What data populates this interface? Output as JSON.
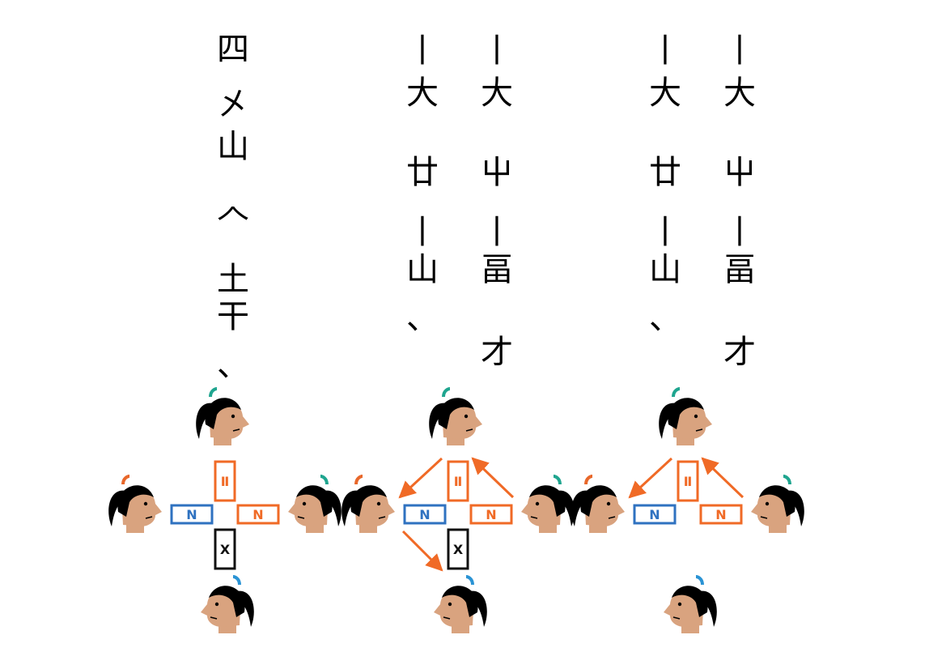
{
  "colors": {
    "player_top_band": "#1fa58f",
    "player_left_band": "#e8672a",
    "player_bottom_band": "#2a93d4",
    "skin": "#d9a37f",
    "hair": "#000000",
    "orange": "#f06a26",
    "blue": "#2f72c0",
    "black": "#111111"
  },
  "columns": [
    {
      "id": "col-1",
      "glyphs": [
        "四",
        "㐅",
        "山",
        "𠆢",
        "土",
        "干",
        "、"
      ]
    },
    {
      "id": "col-2",
      "glyphs": [
        "丨",
        "大",
        "廿",
        "丨",
        "山",
        "、"
      ]
    },
    {
      "id": "col-3",
      "glyphs": [
        "丨",
        "大",
        "屮",
        "丨",
        "畐",
        "才"
      ]
    },
    {
      "id": "col-4",
      "glyphs": [
        "丨",
        "大",
        "廿",
        "丨",
        "山",
        "、"
      ]
    },
    {
      "id": "col-5",
      "glyphs": [
        "丨",
        "大",
        "屮",
        "丨",
        "畐",
        "才"
      ]
    }
  ],
  "diagrams": [
    {
      "id": "diagram-1",
      "players": [
        "top",
        "left",
        "right",
        "bottom"
      ],
      "tiles": [
        {
          "position": "top",
          "color": "orange",
          "symbol": "Ⅱ"
        },
        {
          "position": "left",
          "color": "blue",
          "symbol": "N"
        },
        {
          "position": "right",
          "color": "orange",
          "symbol": "N"
        },
        {
          "position": "bottom",
          "color": "black",
          "symbol": "X"
        }
      ],
      "arrows": []
    },
    {
      "id": "diagram-2",
      "players": [
        "top",
        "left",
        "right",
        "bottom"
      ],
      "tiles": [
        {
          "position": "top",
          "color": "orange",
          "symbol": "Ⅱ"
        },
        {
          "position": "left",
          "color": "blue",
          "symbol": "N"
        },
        {
          "position": "right",
          "color": "orange",
          "symbol": "N"
        },
        {
          "position": "bottom",
          "color": "black",
          "symbol": "X"
        }
      ],
      "arrows": [
        "top-to-left",
        "right-to-top",
        "left-to-bottom"
      ]
    },
    {
      "id": "diagram-3",
      "players": [
        "top",
        "left",
        "right",
        "bottom"
      ],
      "tiles": [
        {
          "position": "top",
          "color": "orange",
          "symbol": "Ⅱ"
        },
        {
          "position": "left",
          "color": "blue",
          "symbol": "N"
        },
        {
          "position": "right",
          "color": "orange",
          "symbol": "N"
        }
      ],
      "arrows": [
        "top-to-left",
        "right-to-top"
      ]
    }
  ]
}
